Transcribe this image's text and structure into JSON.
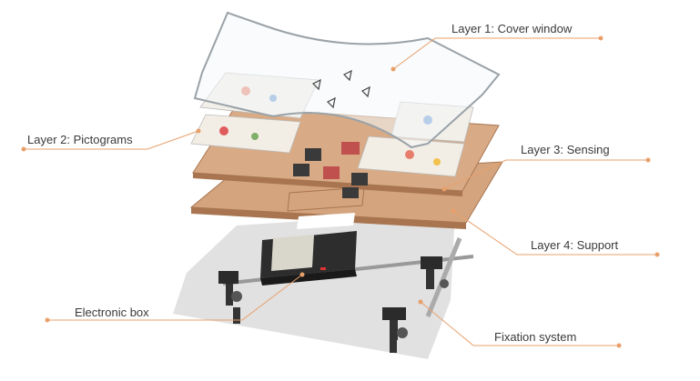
{
  "diagram": {
    "labels": {
      "cover_window": "Layer 1: Cover window",
      "pictograms": "Layer 2: Pictograms",
      "sensing": "Layer 3: Sensing",
      "support": "Layer 4: Support",
      "electronic_box": "Electronic box",
      "fixation_system": "Fixation system"
    },
    "colors": {
      "leader_line": "#e8a06b",
      "board": "#d3a47e",
      "board_edge": "#a87550",
      "hardware": "#2b2b2b",
      "shadow": "#d9d9d9"
    }
  }
}
